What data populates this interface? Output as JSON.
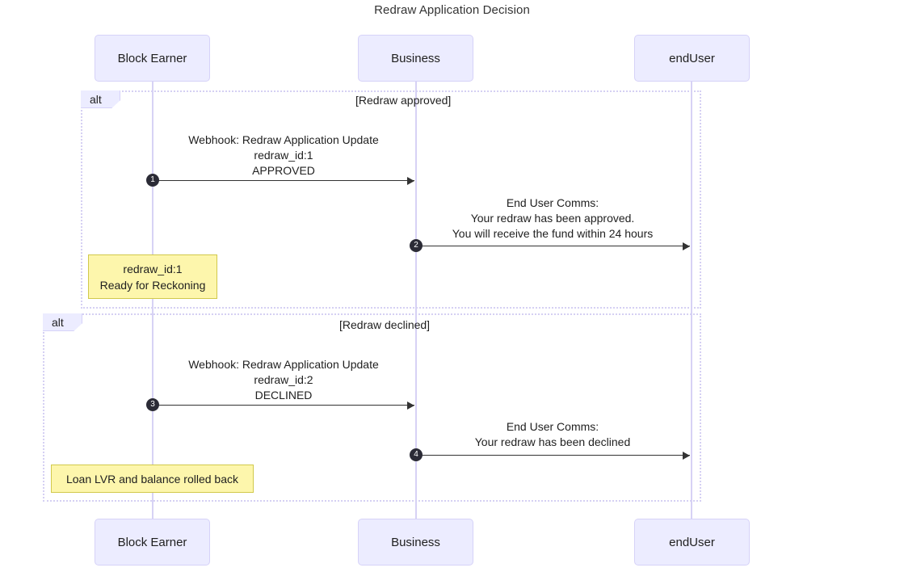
{
  "title": "Redraw Application Decision",
  "participants": [
    {
      "name": "Block Earner",
      "id": "block-earner"
    },
    {
      "name": "Business",
      "id": "business"
    },
    {
      "name": "endUser",
      "id": "enduser"
    }
  ],
  "fragments": [
    {
      "tag": "alt",
      "condition": "[Redraw approved]"
    },
    {
      "tag": "alt",
      "condition": "[Redraw declined]"
    }
  ],
  "messages": [
    {
      "seq": "1",
      "from": "Block Earner",
      "to": "Business",
      "text": "Webhook: Redraw Application Update\nredraw_id:1\nAPPROVED"
    },
    {
      "seq": "2",
      "from": "Business",
      "to": "endUser",
      "text": "End User Comms:\nYour redraw has been approved.\nYou will receive the fund within 24 hours"
    },
    {
      "seq": "3",
      "from": "Block Earner",
      "to": "Business",
      "text": "Webhook: Redraw Application Update\nredraw_id:2\nDECLINED"
    },
    {
      "seq": "4",
      "from": "Business",
      "to": "endUser",
      "text": "End User Comms:\nYour redraw has been declined"
    }
  ],
  "notes": [
    {
      "id": "note-redraw-ready",
      "over": "Block Earner",
      "text": "redraw_id:1\nReady for Reckoning"
    },
    {
      "id": "note-rolled-back",
      "over": "Block Earner",
      "text": "Loan LVR and balance rolled back"
    }
  ],
  "colors": {
    "actor_fill": "#ececff",
    "actor_border": "#d6d2f8",
    "lifeline": "#d7d2f5",
    "fragment_border": "#d5d0f3",
    "note_fill": "#fdf6ac",
    "note_border": "#d1c94b",
    "arrow": "#333333",
    "seq_badge": "#2b2b36",
    "text": "#1f1f1f"
  }
}
